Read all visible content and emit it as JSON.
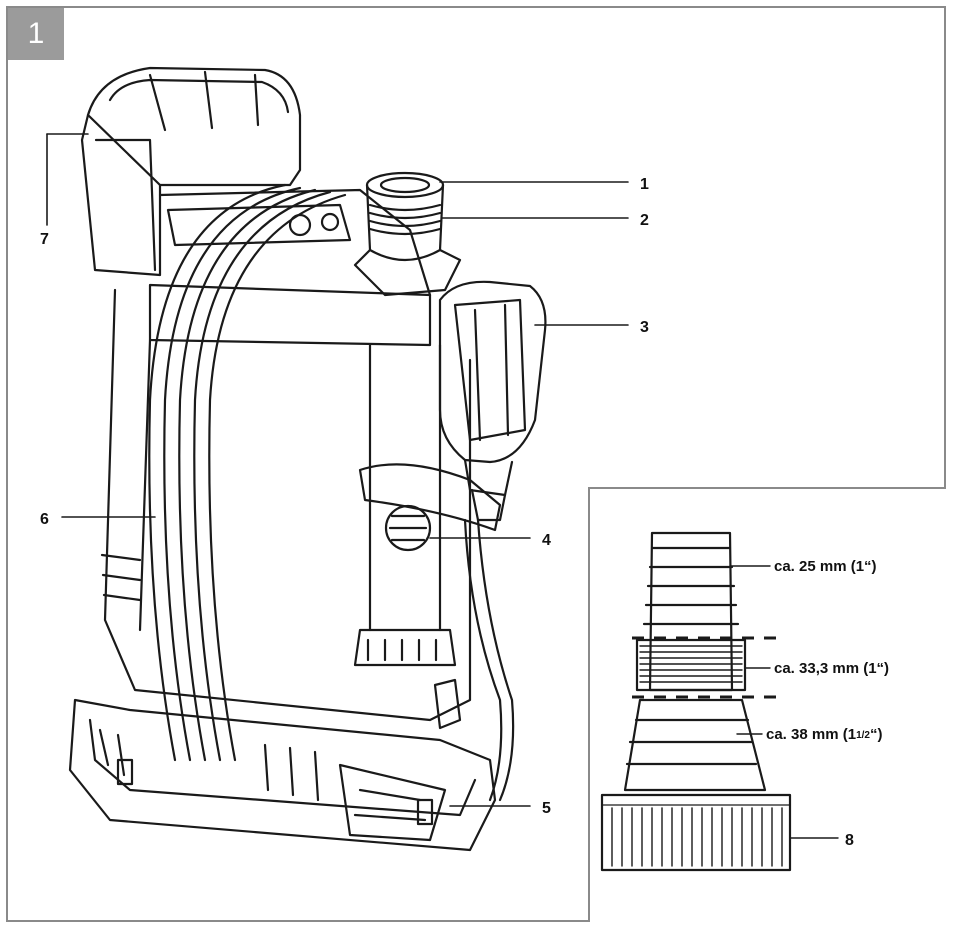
{
  "figure": {
    "number": "1"
  },
  "callouts": [
    "1",
    "2",
    "3",
    "4",
    "5",
    "6",
    "7",
    "8"
  ],
  "inset": {
    "dim_top": "ca. 25 mm (1“)",
    "dim_mid": "ca. 33,3 mm (1“)",
    "dim_bottom_main": "ca. 38 mm (1",
    "dim_bottom_frac": "1/2",
    "dim_bottom_end": "“)"
  },
  "colors": {
    "frame": "#8a8a8a",
    "badge": "#9b9b9b",
    "line": "#1a1a1a"
  }
}
